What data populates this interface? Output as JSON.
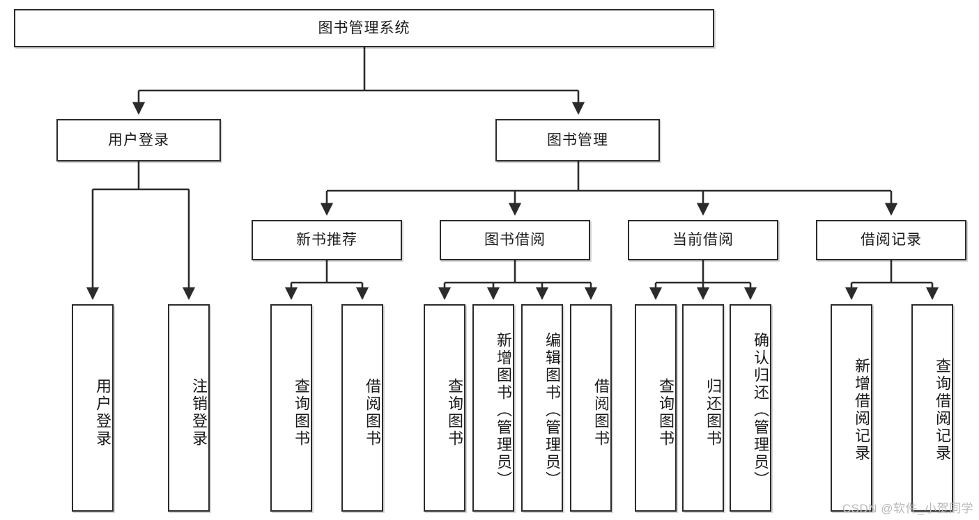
{
  "diagram": {
    "type": "tree",
    "title": "图书管理系统",
    "watermark": "CSDN @软件_小贺同学",
    "colors": {
      "node_border": "#2b2b2b",
      "node_fill": "#ffffff",
      "edge": "#2b2b2b",
      "background": "#ffffff",
      "watermark": "#b9b9b9"
    },
    "levels": {
      "root": {
        "label": "图书管理系统"
      },
      "level2": [
        {
          "id": "user-login",
          "label": "用户登录"
        },
        {
          "id": "book-management",
          "label": "图书管理"
        }
      ],
      "level3": [
        {
          "id": "new-book-recommend",
          "label": "新书推荐",
          "parent": "book-management"
        },
        {
          "id": "book-borrow",
          "label": "图书借阅",
          "parent": "book-management"
        },
        {
          "id": "current-borrow",
          "label": "当前借阅",
          "parent": "book-management"
        },
        {
          "id": "borrow-record",
          "label": "借阅记录",
          "parent": "book-management"
        }
      ],
      "leaves": [
        {
          "id": "leaf-user-login",
          "label": "用户登录",
          "parent": "user-login"
        },
        {
          "id": "leaf-logout",
          "label": "注销登录",
          "parent": "user-login"
        },
        {
          "id": "leaf-query-book-1",
          "label": "查询图书",
          "parent": "new-book-recommend"
        },
        {
          "id": "leaf-borrow-book-1",
          "label": "借阅图书",
          "parent": "new-book-recommend"
        },
        {
          "id": "leaf-query-book-2",
          "label": "查询图书",
          "parent": "book-borrow"
        },
        {
          "id": "leaf-add-book",
          "label": "新增图书（管理员）",
          "parent": "book-borrow"
        },
        {
          "id": "leaf-edit-book",
          "label": "编辑图书（管理员）",
          "parent": "book-borrow"
        },
        {
          "id": "leaf-borrow-book-2",
          "label": "借阅图书",
          "parent": "book-borrow"
        },
        {
          "id": "leaf-query-book-3",
          "label": "查询图书",
          "parent": "current-borrow"
        },
        {
          "id": "leaf-return-book",
          "label": "归还图书",
          "parent": "current-borrow"
        },
        {
          "id": "leaf-confirm-return",
          "label": "确认归还（管理员）",
          "parent": "current-borrow"
        },
        {
          "id": "leaf-add-record",
          "label": "新增借阅记录",
          "parent": "borrow-record"
        },
        {
          "id": "leaf-query-record",
          "label": "查询借阅记录",
          "parent": "borrow-record"
        }
      ]
    }
  }
}
